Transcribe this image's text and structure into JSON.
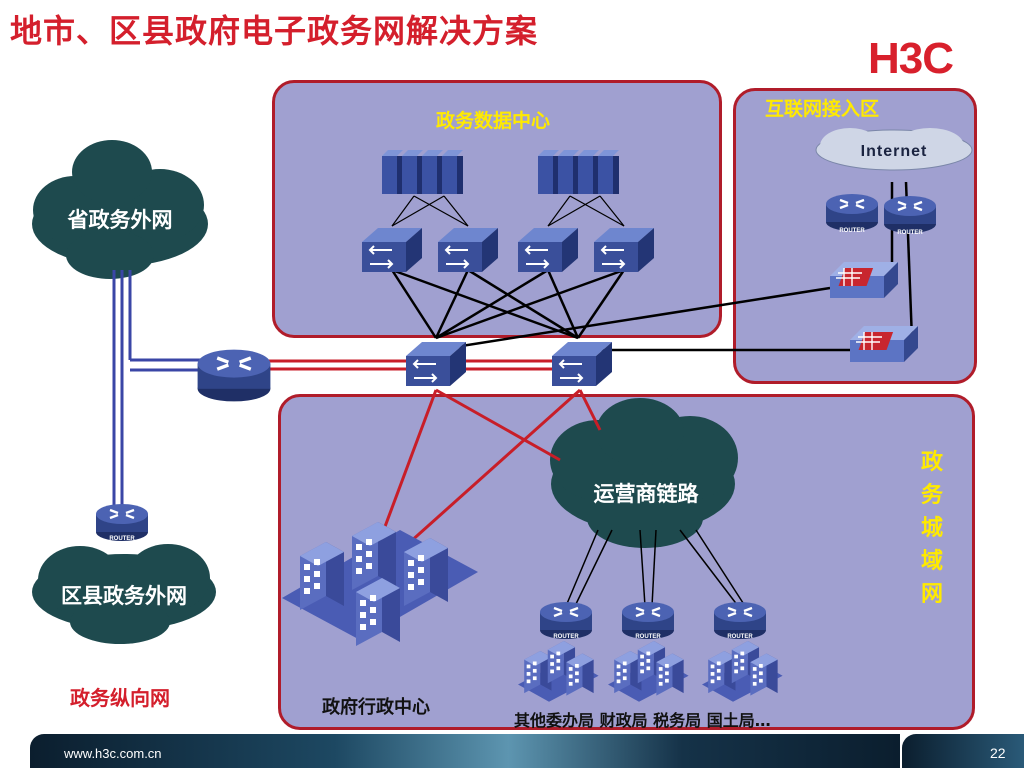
{
  "title": "地市、区县政府电子政务网解决方案",
  "logo": "H3C",
  "zones": {
    "data_center": "政务数据中心",
    "internet_area": "互联网接入区",
    "metro_network": [
      "政",
      "务",
      "城",
      "域",
      "网"
    ]
  },
  "clouds": {
    "internet": "Internet",
    "provincial": "省政务外网",
    "county": "区县政务外网",
    "carrier": "运营商链路"
  },
  "labels": {
    "vertical_network": "政务纵向网",
    "admin_center": "政府行政中心",
    "bureaus": "其他委办局 财政局 税务局 国土局…",
    "router_caption": "ROUTER"
  },
  "footer": {
    "url": "www.h3c.com.cn",
    "page": "22"
  },
  "colors": {
    "title_red": "#d41f2c",
    "zone_fill": "#a0a0d0",
    "zone_border": "#b01c2a",
    "zone_label_yellow": "#ffea00",
    "device_blue": "#3a4f9a",
    "cloud_dark": "#1e4a4e"
  }
}
